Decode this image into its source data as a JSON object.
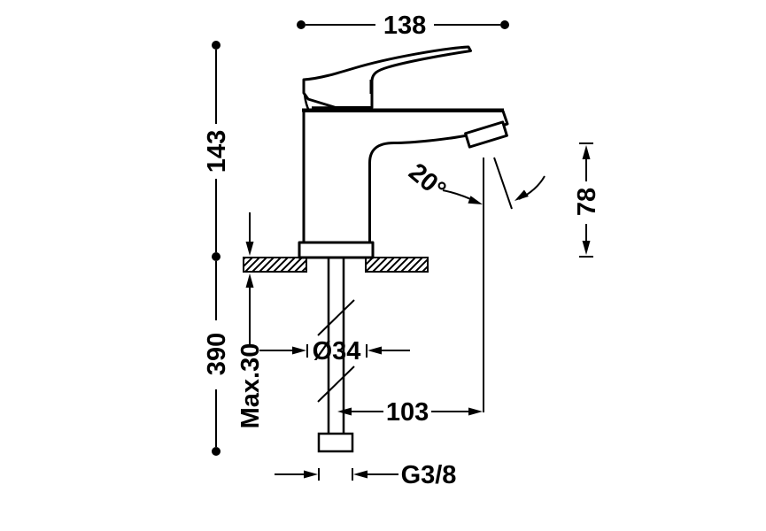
{
  "drawing": {
    "labels": {
      "top_width": "138",
      "height_upper": "143",
      "height_lower": "390",
      "max_counter_thickness": "Max.30",
      "hole_diameter": "Ø34",
      "spout_reach": "103",
      "thread_size": "G3/8",
      "spout_angle": "20°",
      "spout_height": "78"
    },
    "colors": {
      "line": "#000000",
      "background": "#ffffff"
    }
  }
}
